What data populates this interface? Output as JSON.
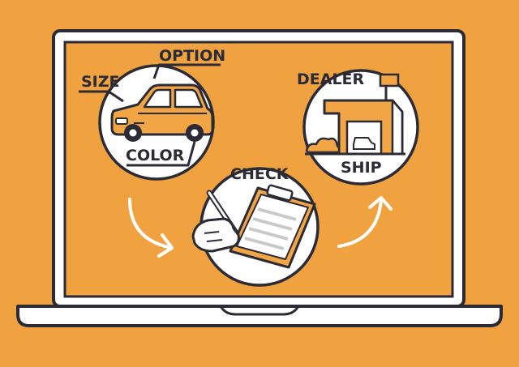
{
  "colors": {
    "background": "#F0A240",
    "screen": "#F0A240",
    "outline": "#2B2B35",
    "white": "#FFFFFF",
    "car": "#F2A545",
    "ground": "#E0E0E0"
  },
  "labels": {
    "size": "SIZE",
    "option": "OPTION",
    "color": "COLOR",
    "dealer": "DEALER",
    "check": "CHECK",
    "ship": "SHIP"
  },
  "icons": {
    "car": "car-icon",
    "clipboard": "clipboard-icon",
    "hand": "hand-holding-pen-icon",
    "dealer": "dealer-garage-icon",
    "arrow": "curved-arrow-icon"
  }
}
